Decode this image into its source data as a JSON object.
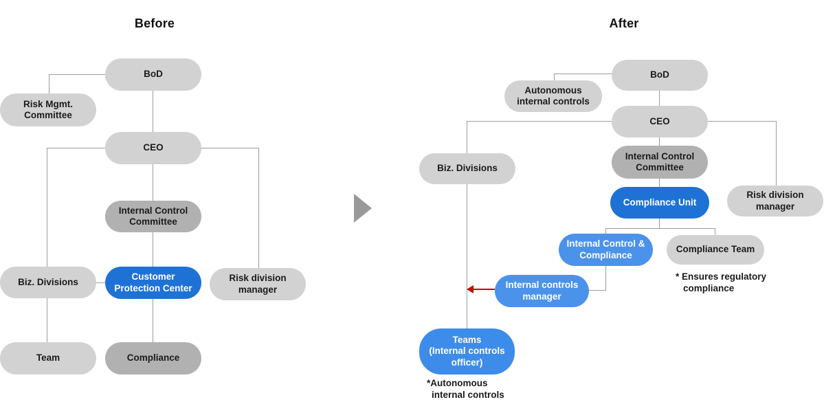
{
  "before": {
    "title": "Before",
    "nodes": {
      "bod": "BoD",
      "risk_mgmt_committee": "Risk Mgmt.\nCommittee",
      "ceo": "CEO",
      "internal_control_committee": "Internal Control\nCommittee",
      "biz_divisions": "Biz. Divisions",
      "customer_protection_center": "Customer\nProtection Center",
      "risk_division_manager": "Risk division\nmanager",
      "team": "Team",
      "compliance": "Compliance"
    }
  },
  "after": {
    "title": "After",
    "nodes": {
      "bod": "BoD",
      "autonomous_internal_controls": "Autonomous\ninternal controls",
      "ceo": "CEO",
      "internal_control_committee": "Internal Control\nCommittee",
      "compliance_unit": "Compliance Unit",
      "biz_divisions": "Biz. Divisions",
      "risk_division_manager": "Risk division\nmanager",
      "internal_control_and_compliance": "Internal Control &\nCompliance",
      "compliance_team": "Compliance Team",
      "internal_controls_manager": "Internal controls\nmanager",
      "teams": "Teams\n(Internal controls\nofficer)"
    },
    "notes": {
      "ensures_line1": "* Ensures regulatory",
      "ensures_line2": "compliance",
      "autonomous_line1": "*Autonomous",
      "autonomous_line2": "internal controls"
    }
  },
  "colors": {
    "pill_light_gray": "#d2d2d2",
    "pill_dark_gray": "#b1b1b1",
    "pill_primary_blue": "#1f72d5",
    "pill_light_blue": "#4a92ea",
    "pill_teams_blue": "#3e8ce9",
    "connector_gray": "#9b9b9b",
    "arrow_red": "#c00c0c",
    "transition_triangle_gray": "#9a9a9a"
  }
}
